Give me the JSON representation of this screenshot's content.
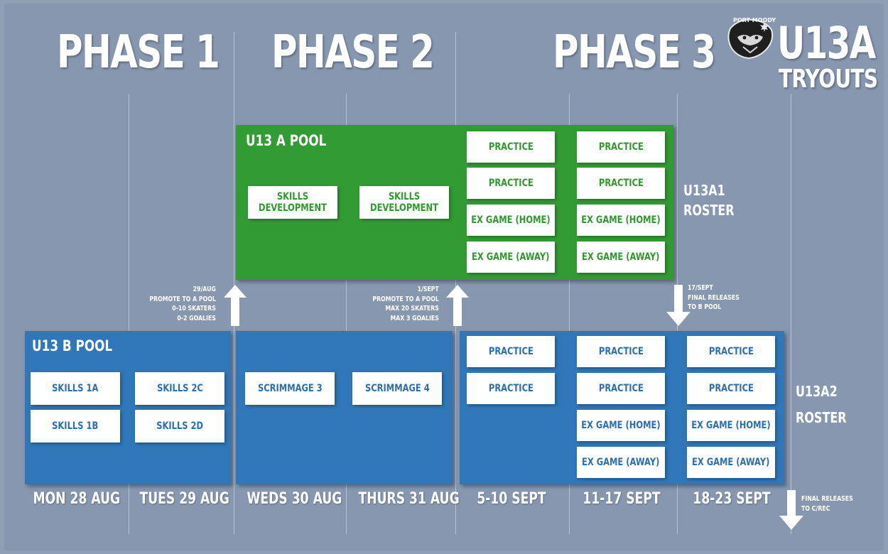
{
  "phases": [
    "PHASE 1",
    "PHASE 2",
    "PHASE 3"
  ],
  "title": {
    "main": "U13A",
    "sub": "TRYOUTS"
  },
  "logo": {
    "text": "PORT MOODY"
  },
  "a_pool": {
    "title": "U13 A POOL",
    "skills": [
      "SKILLS DEVELOPMENT",
      "SKILLS DEVELOPMENT"
    ],
    "col1": [
      "PRACTICE",
      "PRACTICE",
      "EX GAME (HOME)",
      "EX GAME (AWAY)"
    ],
    "col2": [
      "PRACTICE",
      "PRACTICE",
      "EX GAME (HOME)",
      "EX GAME (AWAY)"
    ],
    "roster": [
      "U13A1",
      "ROSTER"
    ]
  },
  "b_pool": {
    "title": "U13 B POOL",
    "skills": [
      "SKILLS 1A",
      "SKILLS 2C",
      "SKILLS 1B",
      "SKILLS 2D"
    ],
    "scrimmages": [
      "SCRIMMAGE 3",
      "SCRIMMAGE 4"
    ],
    "col1": [
      "PRACTICE",
      "PRACTICE"
    ],
    "col2": [
      "PRACTICE",
      "PRACTICE",
      "EX GAME (HOME)",
      "EX GAME (AWAY)"
    ],
    "col3": [
      "PRACTICE",
      "PRACTICE",
      "EX GAME (HOME)",
      "EX GAME (AWAY)"
    ],
    "roster": [
      "U13A2",
      "ROSTER"
    ]
  },
  "notes": {
    "promote1": [
      "29/AUG",
      "PROMOTE TO A POOL",
      "0-10 SKATERS",
      "0-2 GOALIES"
    ],
    "promote2": [
      "1/SEPT",
      "PROMOTE TO A POOL",
      "MAX 20 SKATERS",
      "MAX 3 GOALIES"
    ],
    "release1": [
      "17/SEPT",
      "FINAL RELEASES",
      "TO B POOL"
    ],
    "release2": [
      "FINAL RELEASES",
      "TO C/REC"
    ]
  },
  "days": [
    "MON 28 AUG",
    "TUES 29 AUG",
    "WEDS 30 AUG",
    "THURS 31 AUG",
    "5-10 SEPT",
    "11-17 SEPT",
    "18-23 SEPT"
  ],
  "colors": {
    "background": "#8797b0",
    "a_pool": "#339b34",
    "b_pool": "#2f77b9",
    "card": "#ffffff"
  }
}
